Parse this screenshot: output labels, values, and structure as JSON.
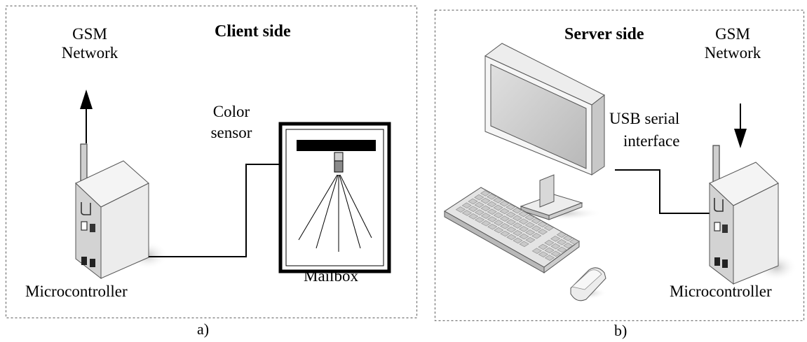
{
  "panel_a": {
    "title": "Client side",
    "gsm_label_line1": "GSM",
    "gsm_label_line2": "Network",
    "sensor_label_line1": "Color",
    "sensor_label_line2": "sensor",
    "mailbox_label": "Mailbox",
    "mcu_label": "Microcontroller",
    "caption": "a)"
  },
  "panel_b": {
    "title": "Server side",
    "gsm_label_line1": "GSM",
    "gsm_label_line2": "Network",
    "usb_label_line1": "USB serial",
    "usb_label_line2": "interface",
    "mcu_label": "Microcontroller",
    "caption": "b)"
  },
  "icons": [
    "microcontroller-icon",
    "antenna-icon",
    "mailbox-icon",
    "color-sensor-icon",
    "computer-monitor-icon",
    "keyboard-icon",
    "mouse-icon"
  ],
  "colors": {
    "line": "#000000",
    "device_light": "#f2f2f2",
    "device_mid": "#d4d4d4",
    "device_dark": "#9a9a9a",
    "border": "#777777"
  }
}
